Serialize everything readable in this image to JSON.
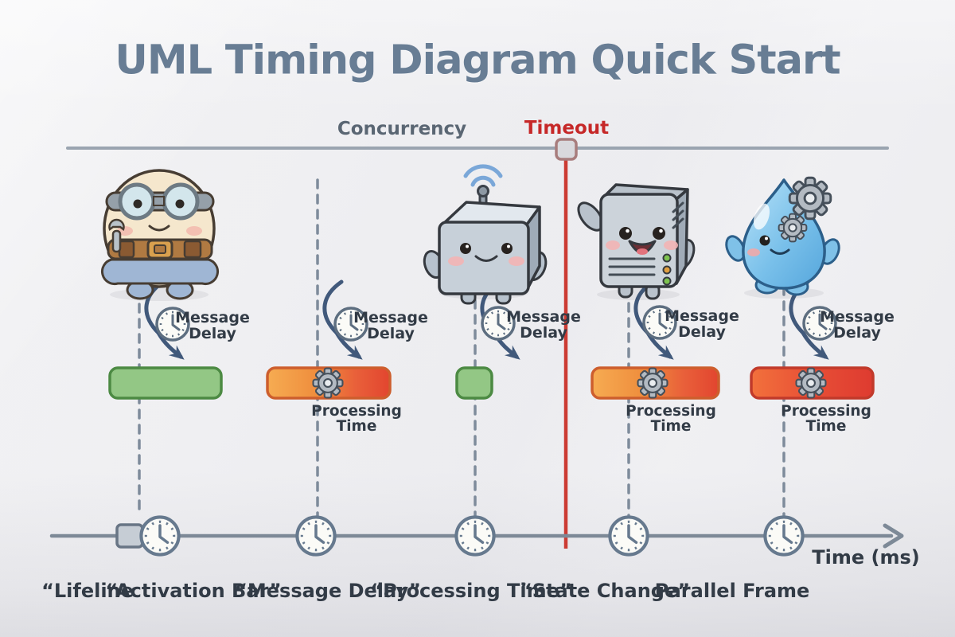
{
  "title": "UML Timing Diagram Quick Start",
  "top_axis": {
    "concurrency_label": "Concurrency",
    "timeout_label": "Timeout"
  },
  "annotations": {
    "message_delay": {
      "line1": "Message",
      "line2": "Delay"
    },
    "processing_time": {
      "line1": "Processing",
      "line2": "Time"
    }
  },
  "timeline": {
    "axis_label": "Time (ms)"
  },
  "legend": {
    "items": [
      "“Lifeline",
      "“Activation Bar”",
      "“Message Delay”",
      "“Processing Time”",
      "“State Change”",
      "Parallel Frame"
    ]
  },
  "icons": {
    "delay_marker": "clock-icon",
    "processing_marker": "gear-icon",
    "signal_marker": "wifi-icon",
    "axis_marker": "clock-icon",
    "timeout_marker": "state-square-icon"
  },
  "colors": {
    "title": "#687d94",
    "concurrency_text": "#5a6673",
    "timeout_red": "#c62828",
    "timeout_line": "#cc3b33",
    "bar_green": "#93c785",
    "bar_orange": "#f09a44",
    "bar_red": "#e04a36",
    "axis_gray": "#7d8997",
    "text_dark": "#323b46"
  },
  "characters": [
    "builder-mascot",
    "robot-cube-mascot",
    "server-mascot",
    "waterdrop-mascot"
  ]
}
